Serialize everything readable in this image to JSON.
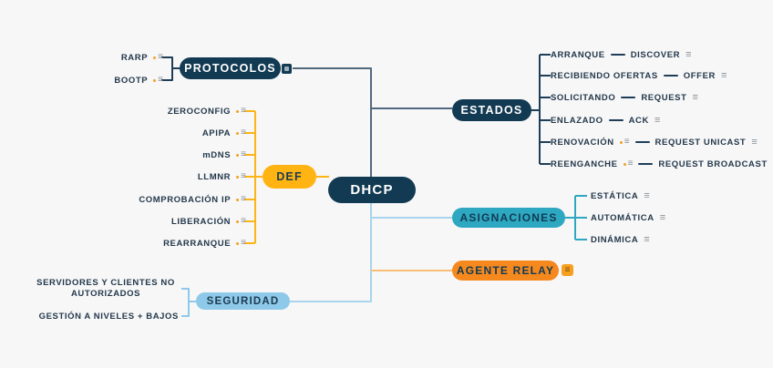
{
  "root": {
    "label": "DHCP"
  },
  "protocolos": {
    "label": "PROTOCOLOS",
    "children": [
      {
        "label": "RARP"
      },
      {
        "label": "BOOTP"
      }
    ]
  },
  "def": {
    "label": "DEF",
    "children": [
      {
        "label": "ZEROCONFIG"
      },
      {
        "label": "APIPA"
      },
      {
        "label": "mDNS"
      },
      {
        "label": "LLMNR"
      },
      {
        "label": "COMPROBACIÓN IP"
      },
      {
        "label": "LIBERACIÓN"
      },
      {
        "label": "REARRANQUE"
      }
    ]
  },
  "estados": {
    "label": "ESTADOS",
    "children": [
      {
        "label": "ARRANQUE",
        "sub": "DISCOVER"
      },
      {
        "label": "RECIBIENDO OFERTAS",
        "sub": "OFFER"
      },
      {
        "label": "SOLICITANDO",
        "sub": "REQUEST"
      },
      {
        "label": "ENLAZADO",
        "sub": "ACK"
      },
      {
        "label": "RENOVACIÓN",
        "sub": "REQUEST UNICAST"
      },
      {
        "label": "REENGANCHE",
        "sub": "REQUEST BROADCAST"
      }
    ]
  },
  "asignaciones": {
    "label": "ASIGNACIONES",
    "children": [
      {
        "label": "ESTÁTICA"
      },
      {
        "label": "AUTOMÁTICA"
      },
      {
        "label": "DINÁMICA"
      }
    ]
  },
  "agente_relay": {
    "label": "AGENTE RELAY"
  },
  "seguridad": {
    "label": "SEGURIDAD",
    "children": [
      {
        "label": "SERVIDORES Y CLIENTES NO AUTORIZADOS"
      },
      {
        "label": "GESTIÓN A NIVELES + BAJOS"
      }
    ]
  },
  "colors": {
    "background": "#f7f7f8",
    "navy": "#123a52",
    "slate_line": "#51697d",
    "yellow": "#ffb413",
    "teal": "#2ea7c1",
    "orange": "#f6891e",
    "light_blue": "#8fc9e9",
    "light_blue_line": "#a9d4ed",
    "light_orange_line": "#f9be76",
    "icon_gray": "#8b9299"
  }
}
